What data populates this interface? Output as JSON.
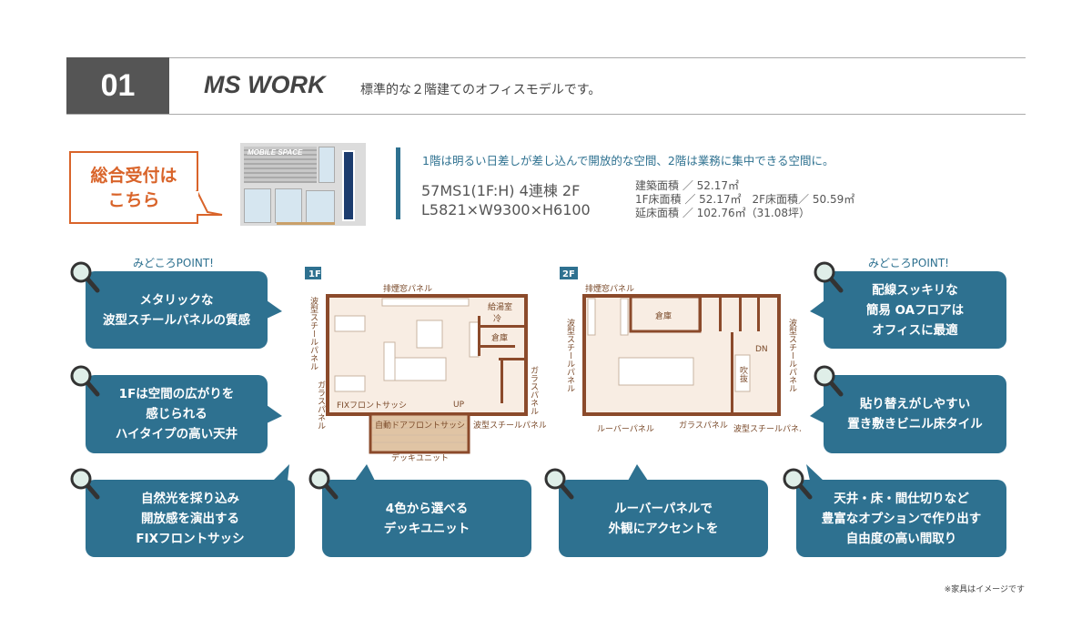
{
  "header": {
    "number": "01",
    "title": "MS WORK",
    "subtitle": "標準的な２階建てのオフィスモデルです。"
  },
  "reception": {
    "line1": "総合受付は",
    "line2": "こちら"
  },
  "building_sign": "MOBILE SPACE",
  "info": {
    "lead": "1階は明るい日差しが差し込んで開放的な空間、2階は業務に集中できる空間に。",
    "model": "57MS1(1F:H) 4連棟 2F",
    "size": "L5821×W9300×H6100",
    "building_area": "建築面積 ／ 52.17㎡",
    "floor_area": "1F床面積 ／ 52.17㎡　2F床面積／ 50.59㎡",
    "total_area": "延床面積 ／ 102.76㎡（31.08坪）"
  },
  "point_label": "みどころPOINT!",
  "callouts": [
    "メタリックな\n波型スチールパネルの質感",
    "1Fは空間の広がりを\n感じられる\nハイタイプの高い天井",
    "自然光を採り込み\n開放感を演出する\nFIXフロントサッシ",
    "4色から選べる\nデッキユニット",
    "ルーバーパネルで\n外観にアクセントを",
    "天井・床・間仕切りなど\n豊富なオプションで作り出す\n自由度の高い間取り",
    "配線スッキリな\n簡易 OAフロアは\nオフィスに最適",
    "貼り替えがしやすい\n置き敷きビニル床タイル"
  ],
  "plan1": {
    "badge": "1F",
    "smoke": "排煙窓パネル",
    "kitchen": "給湯室",
    "fridge": "冷",
    "storage": "倉庫",
    "wave_left": "波型スチールパネル",
    "glass_left": "ガラスパネル",
    "glass_right": "ガラスパネル",
    "fix": "FIXフロントサッシ",
    "up": "UP",
    "auto": "自動ドアフロントサッシ",
    "wave_bottom": "波型スチールパネル",
    "deck": "デッキユニット"
  },
  "plan2": {
    "badge": "2F",
    "smoke": "排煙窓パネル",
    "storage": "倉庫",
    "dn": "DN",
    "void": "吹抜",
    "wave_left": "波型スチールパネル",
    "wave_right": "波型スチールパネル",
    "louver": "ルーバーパネル",
    "glass": "ガラスパネル",
    "wave_bottom": "波型スチールパネル"
  },
  "note": "※家具はイメージです",
  "colors": {
    "accent": "#2e7190",
    "orange": "#d9642a",
    "wall": "#8b4a2b",
    "floor": "#f8ede3"
  }
}
